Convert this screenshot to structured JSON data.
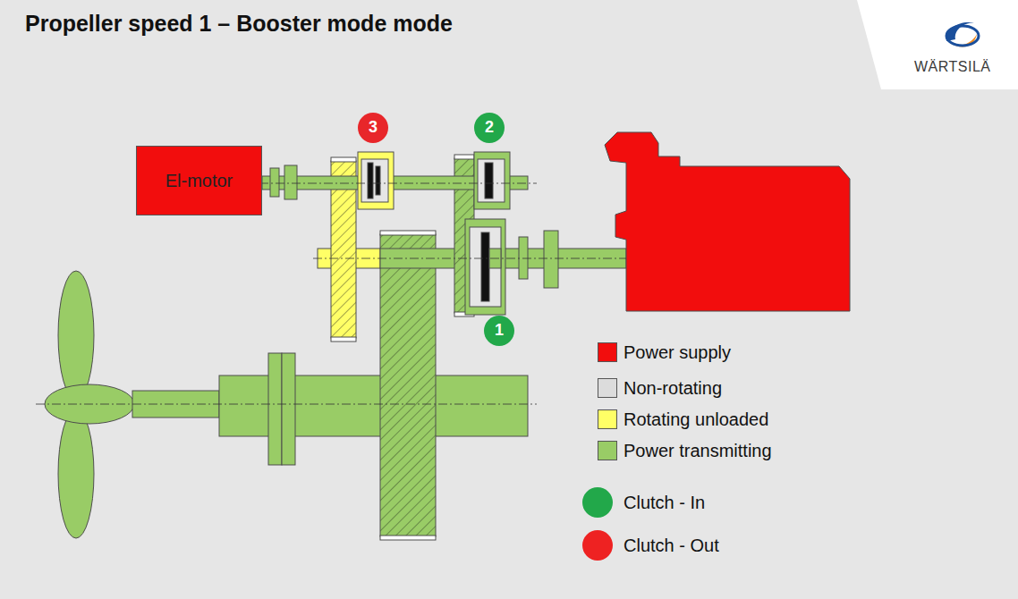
{
  "diagram": {
    "title": "Propeller speed 1 – Booster mode mode",
    "nodes": [
      {
        "text": [
          "El-motor"
        ]
      },
      {
        "text": [
          "3"
        ]
      },
      {
        "text": [
          "2"
        ]
      },
      {
        "text": [
          "1"
        ]
      }
    ],
    "labels": [
      "WÄRTSILÄ"
    ],
    "legend": [
      {
        "text": "Power supply",
        "color": "#f20d0d"
      },
      {
        "text": "Non-rotating",
        "color": "#dcdcdc"
      },
      {
        "text": "Rotating unloaded",
        "color": "#ffff66"
      },
      {
        "text": "Power transmitting",
        "color": "#99cc66"
      },
      {
        "text": "Clutch - In",
        "color": "#22a84a"
      },
      {
        "text": "Clutch - Out",
        "color": "#ee2222"
      }
    ]
  }
}
